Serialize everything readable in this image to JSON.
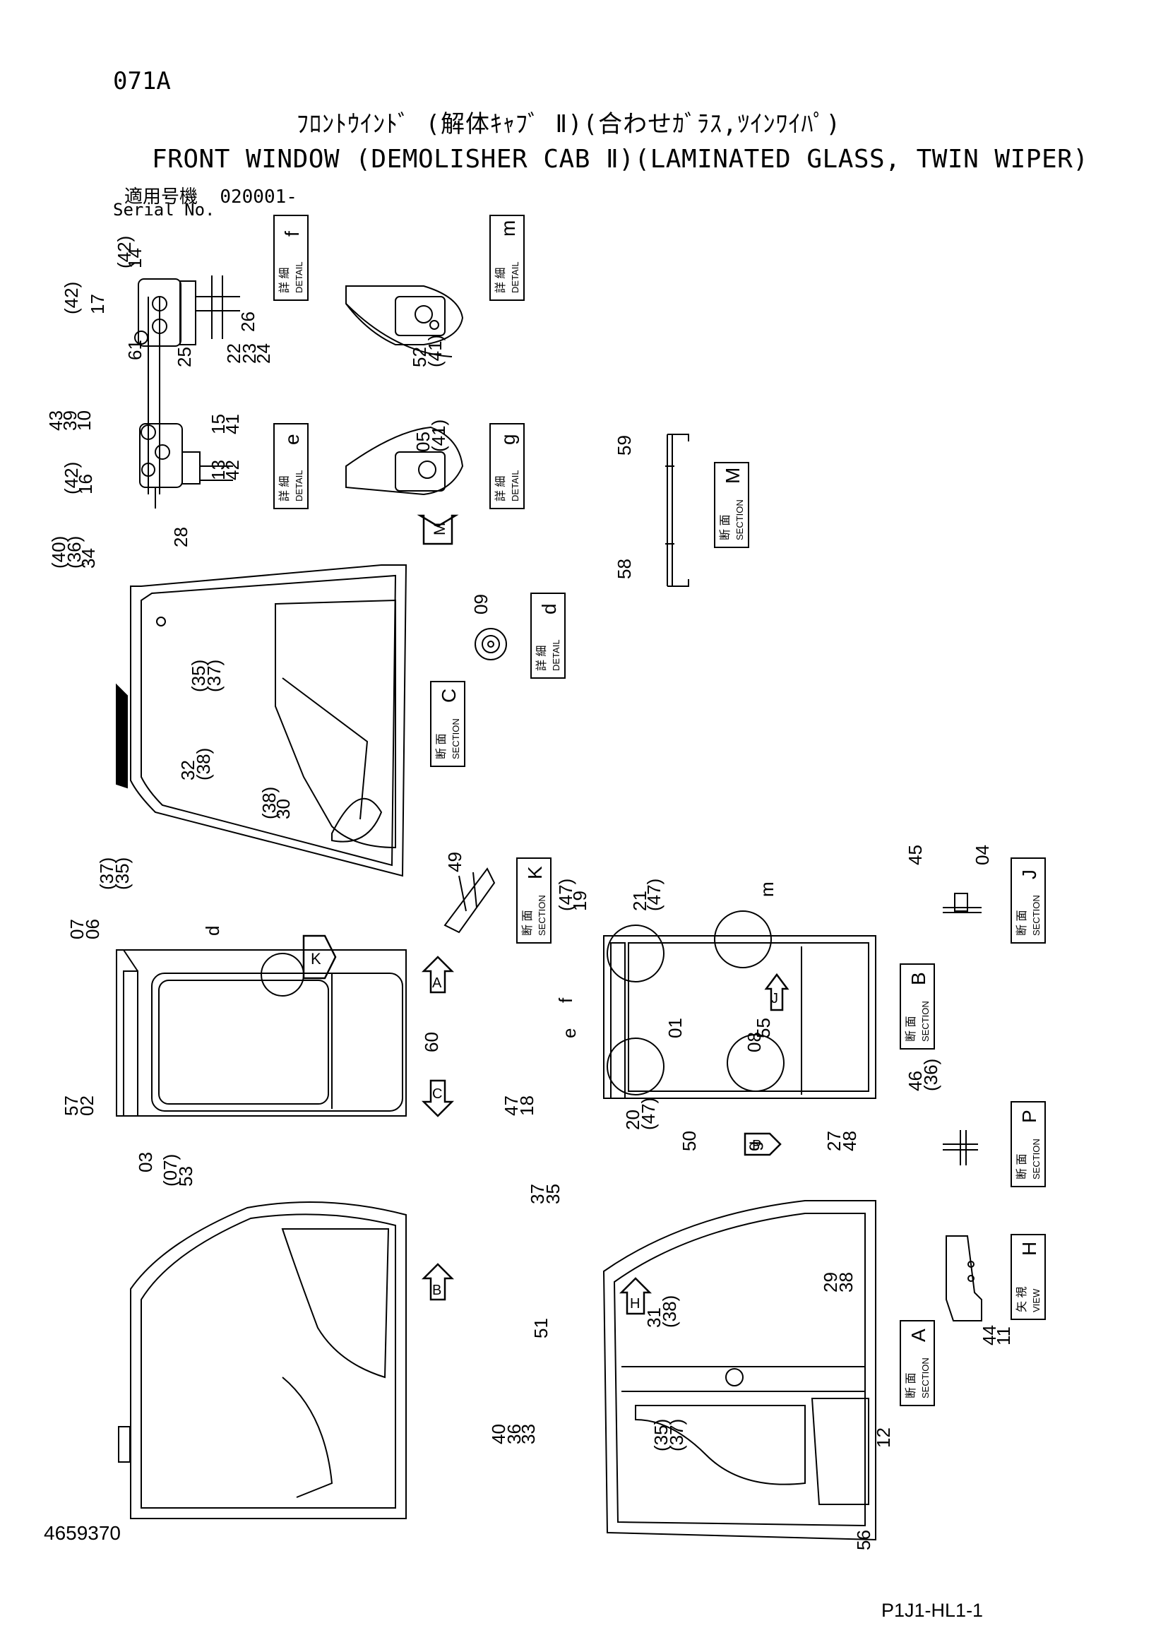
{
  "header": {
    "page_code": "071A",
    "title_jp": "ﾌﾛﾝﾄｳｲﾝﾄﾞ (解体ｷｬﾌﾞ Ⅱ)(合わせｶﾞﾗｽ,ﾂｲﾝﾜｲﾊﾟ)",
    "title_en": "FRONT WINDOW (DEMOLISHER CAB Ⅱ)(LAMINATED GLASS, TWIN WIPER)",
    "serial_label_jp": "適用号機",
    "serial_value": "020001-",
    "serial_label_en": "Serial No."
  },
  "footer": {
    "drawing_number": "4659370",
    "sheet_code": "P1J1-HL1-1"
  },
  "label_boxes": [
    {
      "jp": "詳 細",
      "en": "DETAIL",
      "letter": "f"
    },
    {
      "jp": "詳 細",
      "en": "DETAIL",
      "letter": "m"
    },
    {
      "jp": "詳 細",
      "en": "DETAIL",
      "letter": "e"
    },
    {
      "jp": "詳 細",
      "en": "DETAIL",
      "letter": "g"
    },
    {
      "jp": "断 面",
      "en": "SECTION",
      "letter": "M"
    },
    {
      "jp": "詳 細",
      "en": "DETAIL",
      "letter": "d"
    },
    {
      "jp": "断 面",
      "en": "SECTION",
      "letter": "C"
    },
    {
      "jp": "断 面",
      "en": "SECTION",
      "letter": "K"
    },
    {
      "jp": "断 面",
      "en": "SECTION",
      "letter": "J"
    },
    {
      "jp": "断 面",
      "en": "SECTION",
      "letter": "B"
    },
    {
      "jp": "断 面",
      "en": "SECTION",
      "letter": "P"
    },
    {
      "jp": "矢 視",
      "en": "VIEW",
      "letter": "H"
    },
    {
      "jp": "断 面",
      "en": "SECTION",
      "letter": "A"
    }
  ],
  "arrow_letters": [
    "M",
    "K",
    "A",
    "C",
    "J",
    "P",
    "B",
    "H"
  ],
  "callouts": [
    "(42)",
    "17",
    "61",
    "(42)",
    "14",
    "25",
    "26",
    "22",
    "23",
    "24",
    "52",
    "(41)",
    "43",
    "39",
    "10",
    "(42)",
    "16",
    "28",
    "15",
    "41",
    "13",
    "42",
    "05",
    "(41)",
    "59",
    "58",
    "(40)",
    "(36)",
    "34",
    "(35)",
    "(37)",
    "09",
    "32",
    "(38)",
    "(38)",
    "30",
    "(37)",
    "(35)",
    "49",
    "45",
    "04",
    "07",
    "06",
    "d",
    "60",
    "57",
    "02",
    "03",
    "(07)",
    "53",
    "(47)",
    "19",
    "21",
    "(47)",
    "m",
    "f",
    "e",
    "55",
    "01",
    "08",
    "47",
    "18",
    "20",
    "(47)",
    "50",
    "g",
    "27",
    "48",
    "46",
    "(36)",
    "37",
    "35",
    "31",
    "(38)",
    "29",
    "38",
    "51",
    "40",
    "36",
    "33",
    "(35)",
    "(37)",
    "12",
    "56",
    "44",
    "11"
  ]
}
